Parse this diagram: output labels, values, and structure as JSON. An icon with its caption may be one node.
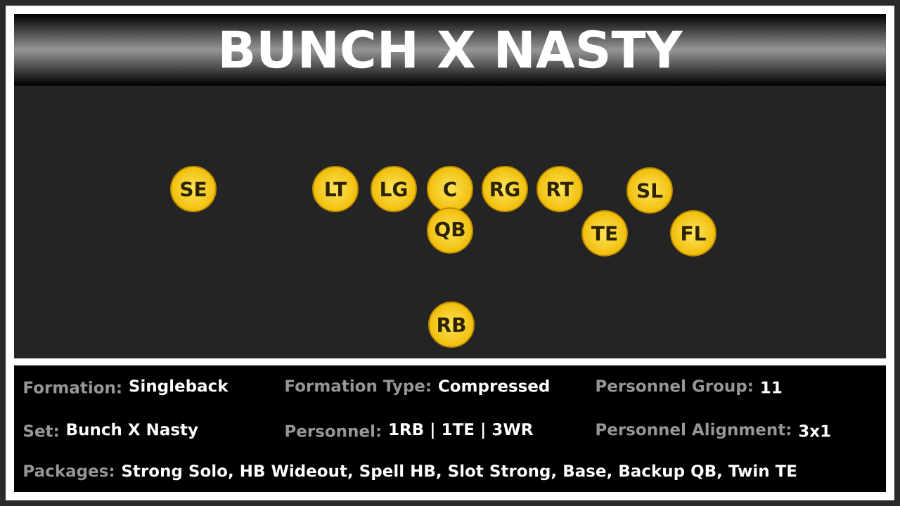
{
  "diagram": {
    "title": "BUNCH X NASTY",
    "nodes": [
      {
        "text": [
          "SE"
        ]
      },
      {
        "text": [
          "LT"
        ]
      },
      {
        "text": [
          "LG"
        ]
      },
      {
        "text": [
          "C"
        ]
      },
      {
        "text": [
          "RG"
        ]
      },
      {
        "text": [
          "RT"
        ]
      },
      {
        "text": [
          "SL"
        ]
      },
      {
        "text": [
          "QB"
        ]
      },
      {
        "text": [
          "TE"
        ]
      },
      {
        "text": [
          "FL"
        ]
      },
      {
        "text": [
          "RB"
        ]
      }
    ],
    "labels": [
      "Formation:",
      "Singleback",
      "Formation Type:",
      "Compressed",
      "Personnel Group:",
      "11",
      "Set:",
      "Bunch X Nasty",
      "Personnel:",
      "1RB | 1TE | 3WR",
      "Personnel Alignment:",
      "3x1",
      "Packages:",
      "Strong Solo, HB Wideout, Spell HB, Slot Strong, Base, Backup QB, Twin TE"
    ]
  }
}
